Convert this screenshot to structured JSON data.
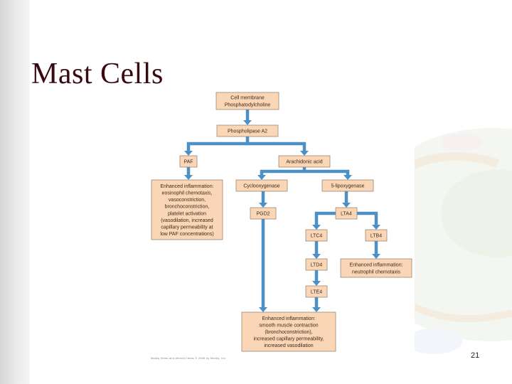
{
  "slide": {
    "title": "Mast Cells",
    "page_number": "21"
  },
  "figure": {
    "credit": "Mosby items and derived items © 2006 by Mosby, Inc",
    "boxes": {
      "cell_membrane": [
        "Cell membrane",
        "Phosphatodylcholine"
      ],
      "phospholipase": [
        "Phospholipase A2"
      ],
      "paf": [
        "PAF"
      ],
      "arachidonic": [
        "Arachidonic acid"
      ],
      "paf_effects": [
        "Enhanced inflammation:",
        "eosinophil chemotaxis,",
        "vasoconstriction,",
        "bronchoconstriction,",
        "platelet activation",
        "(vasodilation, increased",
        "capillary permeability at",
        "low PAF concentrations)"
      ],
      "cyclooxygenase": [
        "Cyclooxygenase"
      ],
      "lipoxygenase": [
        "5-lipoxygenase"
      ],
      "pgd2": [
        "PGD2"
      ],
      "lta4": [
        "LTA4"
      ],
      "ltc4": [
        "LTC4"
      ],
      "ltb4": [
        "LTB4"
      ],
      "ltd4": [
        "LTD4"
      ],
      "neutrophil": [
        "Enhanced inflammation:",
        "neutrophil chemotaxis"
      ],
      "lte4": [
        "LTE4"
      ],
      "smooth_muscle": [
        "Enhanced inflammation:",
        "smooth muscle contraction",
        "(bronchoconstriction),",
        "increased capillary permeability,",
        "increased vasodilation"
      ]
    }
  },
  "colors": {
    "title": "#3a0a12",
    "box_fill": "#fbd6b6",
    "arrow": "#4d90c6"
  }
}
